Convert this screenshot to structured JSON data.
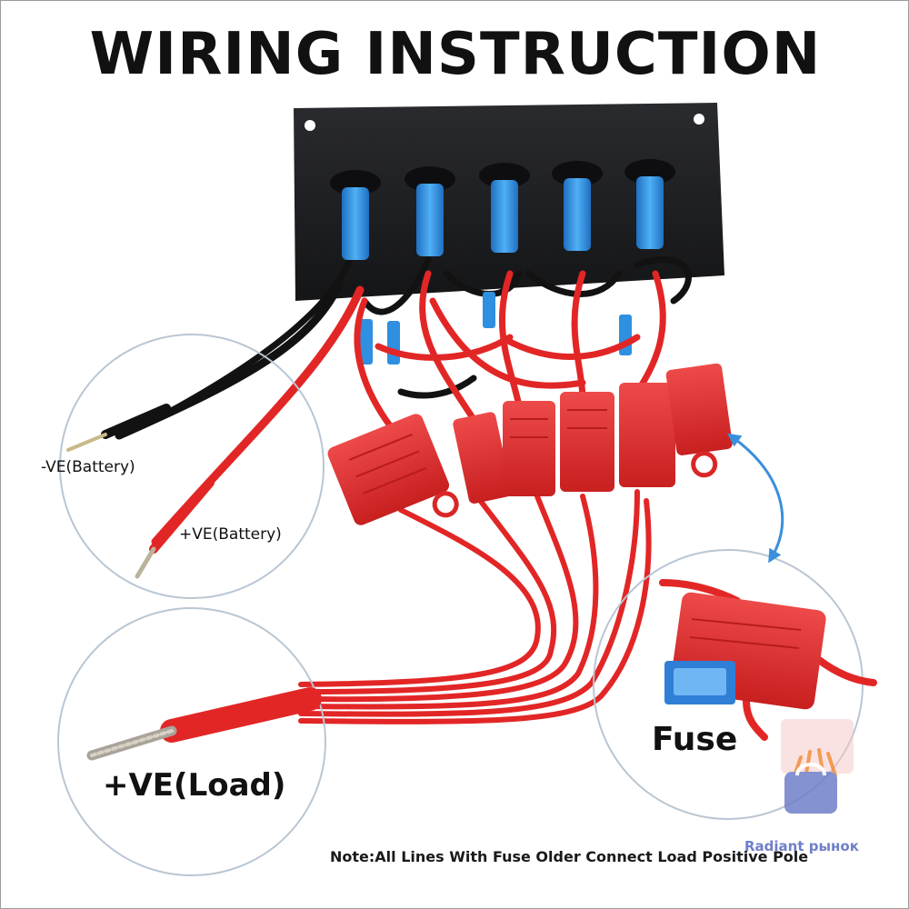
{
  "title": "WIRING INSTRUCTION",
  "labels": {
    "negative_battery": "-VE(Battery)",
    "positive_battery": "+VE(Battery)",
    "positive_load": "+VE(Load)",
    "fuse": "Fuse"
  },
  "note": "Note:All Lines With Fuse Older Connect Load Positive Pole",
  "watermark": "Radiant рынок",
  "switch_count": 5,
  "fuse_holder_count": 6,
  "colors": {
    "panel": "#1b1c1f",
    "switch_blue": "#2f8fe0",
    "wire_red": "#e22626",
    "wire_black": "#121212",
    "fuse_red": "#df2b2b",
    "arrow_blue": "#3a8fdc",
    "circle_outline": "#b9c6d3"
  },
  "icons": [
    "switch-icon",
    "fuse-holder-icon",
    "blade-fuse-icon",
    "bag-logo-icon"
  ]
}
